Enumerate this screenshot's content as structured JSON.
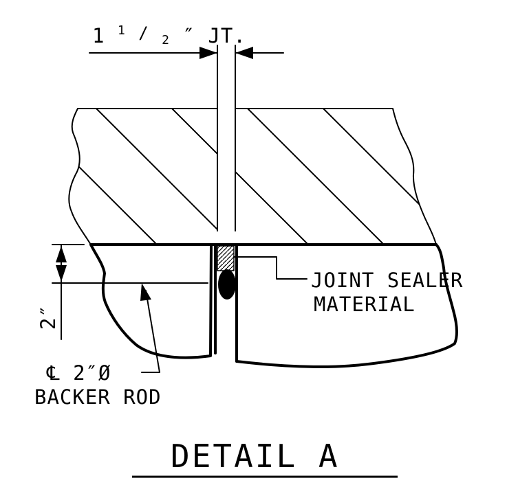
{
  "detail": {
    "title": "DETAIL A",
    "joint_width": {
      "whole": "1",
      "num": "1",
      "den": "2",
      "suffix": "″ JT."
    },
    "sealer_label": {
      "line1": "JOINT SEALER",
      "line2": "MATERIAL"
    },
    "backer_label": {
      "line1": "℄ 2″Ø",
      "line2": "BACKER ROD"
    },
    "depth_label": "2″"
  },
  "colors": {
    "line": "#000000",
    "background": "#ffffff"
  }
}
